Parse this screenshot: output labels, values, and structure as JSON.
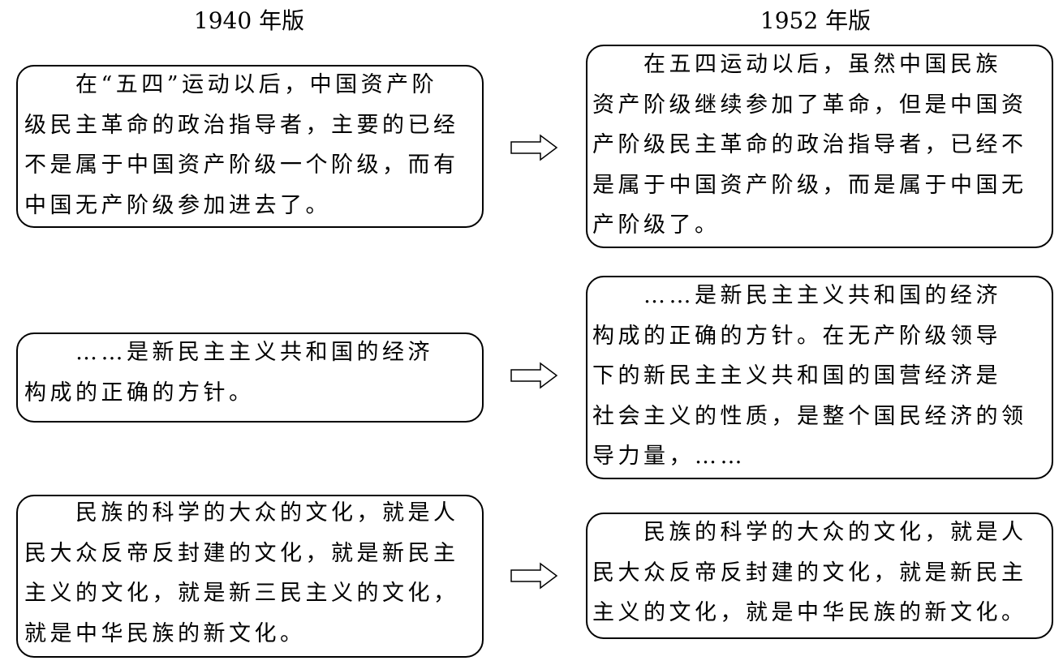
{
  "headers": {
    "left": "1940 年版",
    "right": "1952 年版"
  },
  "left": [
    {
      "lines": [
        "　　在“五四”运动以后，中国资产阶",
        "级民主革命的政治指导者，主要的已经",
        "不是属于中国资产阶级一个阶级，而有",
        " 中国无产阶级参加进去了。"
      ]
    },
    {
      "lines": [
        "　　……是新民主主义共和国的经济",
        "构成的正确的方针。"
      ]
    },
    {
      "lines": [
        "　　民族的科学的大众的文化，就是人",
        "民大众反帝反封建的文化，就是新民主",
        "主义的文化，就是新三民主义的文化，",
        " 就是中华民族的新文化。"
      ]
    }
  ],
  "right": [
    {
      "lines": [
        "　　在五四运动以后，虽然中国民族",
        "资产阶级继续参加了革命，但是中国资",
        "产阶级民主革命的政治指导者，已经不",
        "是属于中国资产阶级，而是属于中国无",
        " 产阶级了。"
      ]
    },
    {
      "lines": [
        "　　……是新民主主义共和国的经济",
        "构成的正确的方针。在无产阶级领导",
        "下的新民主主义共和国的国营经济是",
        "社会主义的性质，是整个国民经济的领",
        " 导力量，……"
      ]
    },
    {
      "lines": [
        "　　民族的科学的大众的文化，就是人",
        "民大众反帝反封建的文化，就是新民主",
        "主义的文化，就是中华民族的新文化。"
      ]
    }
  ]
}
